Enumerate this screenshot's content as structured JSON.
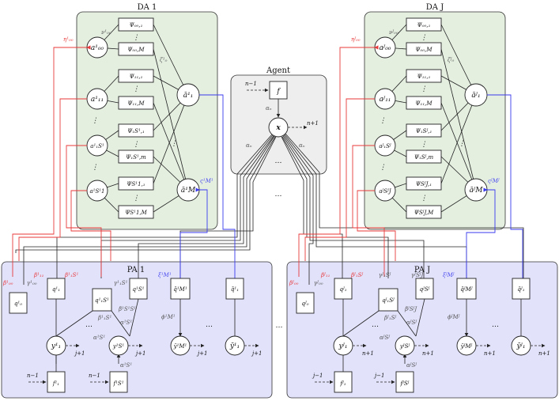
{
  "da1": {
    "title": "DA 1",
    "nu": "ν¹₀₀",
    "zeta": "ζ¹₀",
    "psi_001": "Ψ₀₀,₁",
    "psi_00M": "Ψ₀₀,M",
    "psi_111": "Ψ₁₁,₁",
    "psi_11M": "Ψ₁₁,M",
    "psi_1S1": "Ψ₁S¹,₁",
    "psi_1S1m": "Ψ₁S¹,m",
    "psi_S111": "ΨS¹1,₁",
    "psi_S11M": "ΨS¹1,M",
    "a00": "a¹₀₀",
    "a11": "a¹₁₁",
    "a1S": "a¹₁S¹",
    "aS1": "a¹S¹1",
    "abar1": "ā¹₁",
    "abarM": "ā¹M",
    "eta": "η¹₀₀",
    "vs": "ς¹M¹",
    "dots": "⋮"
  },
  "daJ": {
    "title": "DA J",
    "nu": "νᴶ₀₀",
    "zeta": "ζᴶ₀",
    "psi_001": "Ψ₀₀,₁",
    "psi_00M": "Ψ₀₀,M",
    "psi_111": "Ψ₁₁,₁",
    "psi_11M": "Ψ₁₁,M",
    "psi_1S1": "Ψ₁Sᴶ,₁",
    "psi_1S1m": "Ψ₁Sᴶ,m",
    "psi_S111": "ΨSᴶJ,₁",
    "psi_S11M": "ΨSᴶJ,M",
    "a00": "aᴶ₀₀",
    "a11": "aᴶ₁₁",
    "a1S": "aᴶ₁Sᴶ",
    "aS1": "aᴶSᴶJ",
    "abar1": "āᴶ₁",
    "abarM": "āᴶM",
    "eta": "ηᴶ₀₀",
    "vs": "ςᴶMᴶ",
    "dots": "⋮"
  },
  "agent": {
    "title": "Agent",
    "f": "f",
    "x": "x",
    "n_minus_1": "n−1",
    "n_plus_1": "n+1",
    "alpha": "αₙ",
    "dots": "…"
  },
  "middle_dots": "…",
  "pa1": {
    "title": "PA 1",
    "q0": "q¹₀",
    "q1": "q¹₁",
    "q1S": "q¹₁S¹",
    "qS": "q¹S¹",
    "qbarM": "q̄¹M¹",
    "qbar1": "q̄¹₁",
    "y1": "y¹₁",
    "yS": "y¹S¹",
    "ybarM": "ȳ¹M¹",
    "ybar1": "ȳ¹₁",
    "f1": "f¹₁",
    "fS": "f¹S¹",
    "beta00": "β¹₀₀",
    "gamma00": "γ¹₀₀",
    "beta11": "β¹₁₁",
    "beta1S": "β¹₁S¹",
    "gamma1S": "γ¹₁S¹",
    "betaS": "β̄¹S¹S¹",
    "xi": "ξ¹M¹",
    "phi": "ϕ¹M¹",
    "alphaS": "α¹S¹",
    "alphaS2": "α¹S¹",
    "beta1S1": "β¹₁S¹",
    "alpha1": "α¹S¹",
    "n_minus_1": "n−1",
    "j_plus_1": "j+1",
    "dots": "…"
  },
  "paJ": {
    "title": "PA J",
    "q0": "qᴶ₀",
    "q1": "qᴶ₁",
    "q1S": "qᴶ₁Sᴶ",
    "qS": "qᴶSᴶ",
    "qbarM": "q̄ᴶMᴶ",
    "qbar1": "q̄ᴶ₁",
    "y1": "yᴶ₁",
    "yS": "yᴶSᴶ",
    "ybarM": "ȳᴶMᴶ",
    "ybar1": "ȳᴶ₁",
    "f1": "fᴶ₁",
    "fS": "fᴶSᴶ",
    "beta00": "βᴶ₀₀",
    "gamma00": "γᴶ₀₀",
    "beta11": "βᴶ₁₁",
    "beta1S": "βᴶ₁Sᴶ",
    "gamma1S": "γᴶ₁Sᴶ",
    "gammaSJ": "γᴶSᴶJ",
    "betaS": "β̄ᴶSᴶJ",
    "xi": "ξᴶMᴶ",
    "phi": "ϕᴶMᴶ",
    "alphaS": "αᴶSᴶ",
    "alpha1": "αᴶSᴶ",
    "beta1S1": "βᴶ₁Sᴶ",
    "j_minus_1": "j−1",
    "n_plus_1": "n+1",
    "dots": "…"
  },
  "colors": {
    "da_bg": "#e4efe0",
    "pa_bg": "#e2e2fb",
    "agent_bg": "#eeeeee",
    "red": "#e8393a",
    "blue": "#3a3aee"
  }
}
